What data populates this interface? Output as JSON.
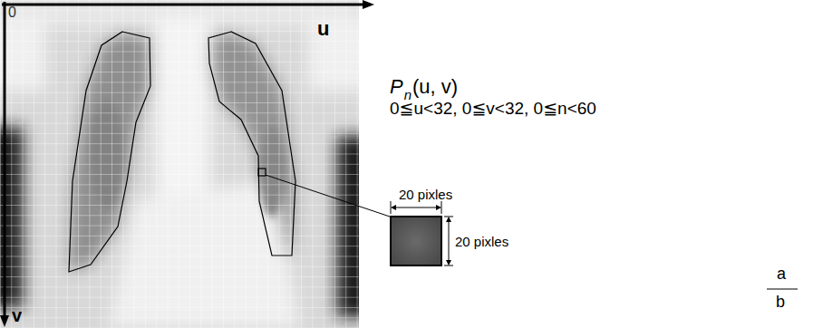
{
  "diagram": {
    "labels": [
      "0",
      "u",
      "v",
      "P",
      "n",
      "(u, v)",
      "0≦u<32, 0≦v<32, 0≦n<60",
      "20 pixles",
      "20 pixles",
      "a",
      "b"
    ]
  }
}
